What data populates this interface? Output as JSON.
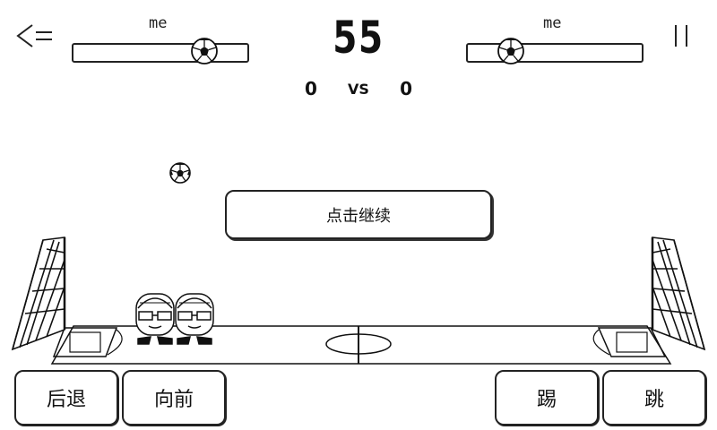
{
  "hud": {
    "left_player": {
      "name": "me",
      "power": 0.8
    },
    "right_player": {
      "name": "me",
      "power": 0.2
    },
    "timer": "55",
    "score_left": "0",
    "vs_label": "VS",
    "score_right": "0"
  },
  "overlay": {
    "continue_label": "点击继续"
  },
  "controls": {
    "back_label": "后退",
    "forward_label": "向前",
    "kick_label": "踢",
    "jump_label": "跳"
  },
  "icons": {
    "back": "back-arrow-icon",
    "pause": "pause-icon",
    "ball": "soccer-ball-icon"
  }
}
